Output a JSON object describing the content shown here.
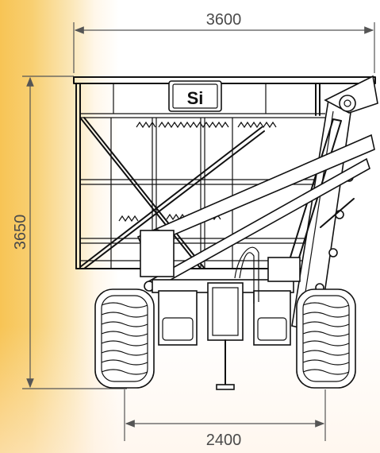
{
  "dimensions": {
    "overall_width": "3600",
    "overall_height": "3650",
    "track_width": "2400"
  },
  "logo": {
    "text": "Si"
  },
  "colors": {
    "accent_left": "#f7c455",
    "line": "#111111",
    "dimension": "#555555"
  }
}
